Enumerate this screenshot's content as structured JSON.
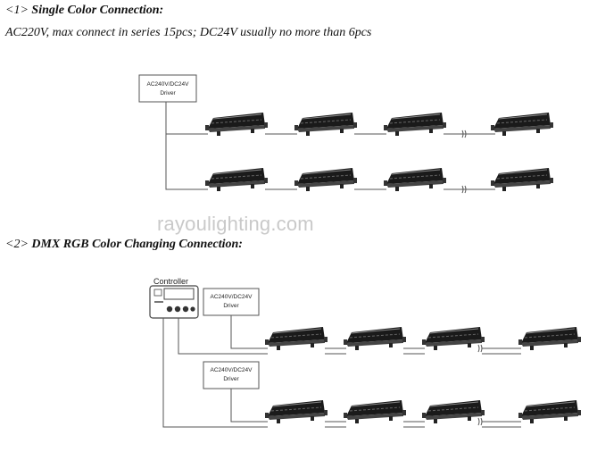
{
  "section1": {
    "number": "<1>",
    "title": "Single Color Connection:",
    "note": "AC220V, max connect in series 15pcs; DC24V usually no more than 6pcs",
    "driver_line1": "AC240V/DC24V",
    "driver_line2": "Driver"
  },
  "watermark": "rayoulighting.com",
  "section2": {
    "number": "<2>",
    "title": "DMX RGB Color Changing Connection:",
    "controller_label": "Controller",
    "driver_a_line1": "AC240V/DC24V",
    "driver_a_line2": "Driver",
    "driver_b_line1": "AC240V/DC24V",
    "driver_b_line2": "Driver"
  },
  "colors": {
    "line": "#555555",
    "fixture_dark": "#1a1a1a",
    "watermark": "#c9c9c9"
  }
}
